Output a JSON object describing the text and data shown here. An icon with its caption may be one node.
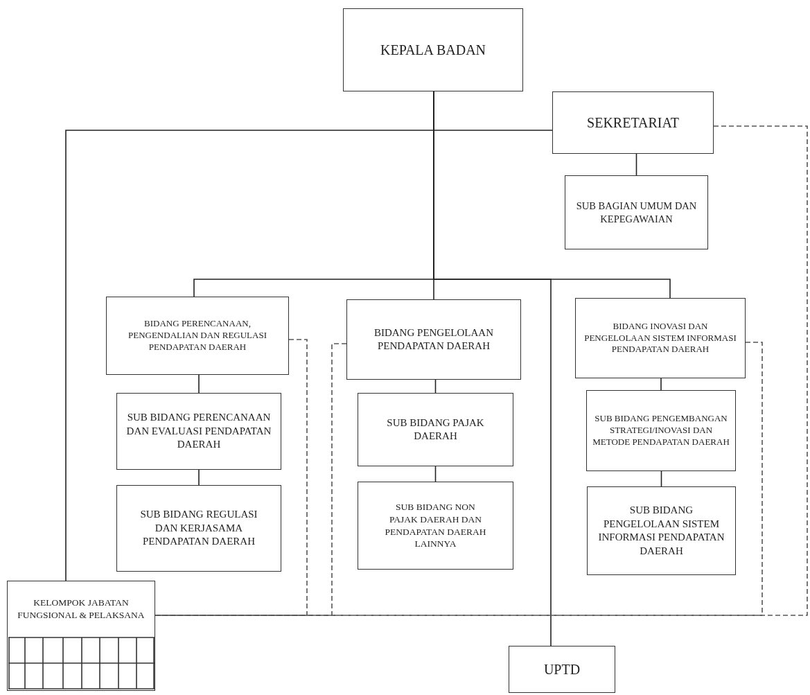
{
  "diagram": {
    "nodes": [
      {
        "text": [
          "KEPALA BADAN"
        ]
      },
      {
        "text": [
          "SEKRETARIAT"
        ]
      },
      {
        "text": [
          "SUB BAGIAN UMUM DAN KEPEGAWAIAN"
        ]
      },
      {
        "text": [
          "BIDANG PERENCANAAN, PENGENDALIAN DAN REGULASI PENDAPATAN DAERAH"
        ]
      },
      {
        "text": [
          "SUB BIDANG PERENCANAAN DAN EVALUASI PENDAPATAN DAERAH"
        ]
      },
      {
        "text": [
          "SUB BIDANG REGULASI DAN KERJASAMA PENDAPATAN DAERAH"
        ]
      },
      {
        "text": [
          "BIDANG PENGELOLAAN PENDAPATAN DAERAH"
        ]
      },
      {
        "text": [
          "SUB BIDANG PAJAK DAERAH"
        ]
      },
      {
        "text": [
          "SUB BIDANG NON PAJAK DAERAH DAN PENDAPATAN DAERAH LAINNYA"
        ]
      },
      {
        "text": [
          "BIDANG INOVASI DAN PENGELOLAAN SISTEM INFORMASI PENDAPATAN DAERAH"
        ]
      },
      {
        "text": [
          "SUB BIDANG PENGEMBANGAN STRATEGI/INOVASI DAN METODE PENDAPATAN DAERAH"
        ]
      },
      {
        "text": [
          "SUB BIDANG PENGELOLAAN SISTEM INFORMASI PENDAPATAN DAERAH"
        ]
      },
      {
        "text": [
          "KELOMPOK JABATAN FUNGSIONAL & PELAKSANA"
        ]
      },
      {
        "text": [
          "UPTD"
        ]
      }
    ],
    "edges": [
      {
        "from": 0,
        "to": 1,
        "arrow": "none"
      },
      {
        "from": 0,
        "to": 12,
        "arrow": "none"
      },
      {
        "from": 0,
        "to": 3,
        "arrow": "none"
      },
      {
        "from": 0,
        "to": 6,
        "arrow": "none"
      },
      {
        "from": 0,
        "to": 9,
        "arrow": "none"
      },
      {
        "from": 0,
        "to": 13,
        "arrow": "none"
      },
      {
        "from": 1,
        "to": 2,
        "arrow": "none"
      },
      {
        "from": 3,
        "to": 4,
        "arrow": "none"
      },
      {
        "from": 4,
        "to": 5,
        "arrow": "none"
      },
      {
        "from": 6,
        "to": 7,
        "arrow": "none"
      },
      {
        "from": 7,
        "to": 8,
        "arrow": "none"
      },
      {
        "from": 9,
        "to": 10,
        "arrow": "none"
      },
      {
        "from": 10,
        "to": 11,
        "arrow": "none"
      },
      {
        "from": 1,
        "to": 12,
        "arrow": "none",
        "style": "dashed",
        "color": "#555555"
      },
      {
        "from": 3,
        "to": 12,
        "arrow": "none",
        "style": "dashed",
        "color": "#555555"
      },
      {
        "from": 6,
        "to": 12,
        "arrow": "none",
        "style": "dashed",
        "color": "#555555"
      },
      {
        "from": 9,
        "to": 12,
        "arrow": "none",
        "style": "dashed",
        "color": "#555555"
      }
    ]
  }
}
